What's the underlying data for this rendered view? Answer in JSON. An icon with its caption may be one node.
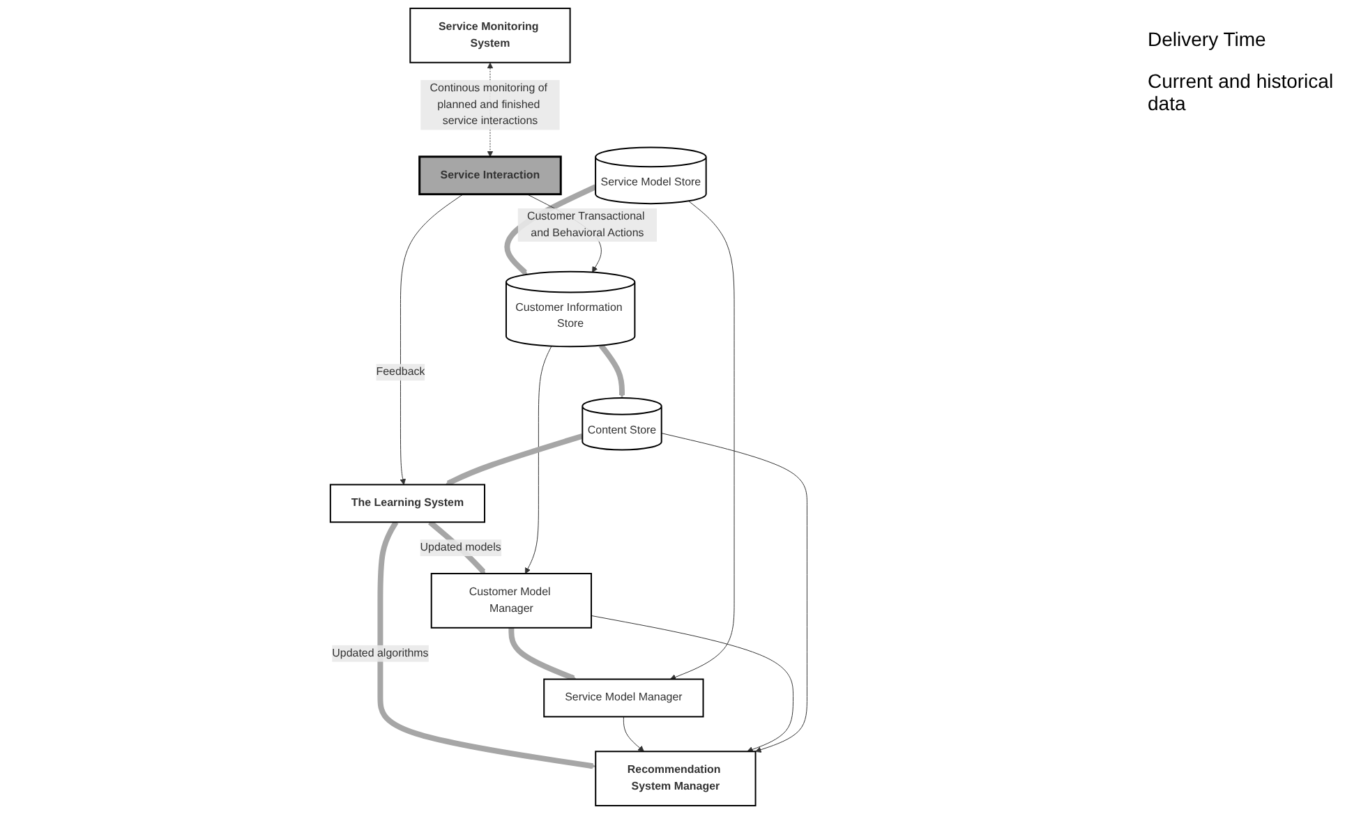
{
  "diagram": {
    "nodes": [
      {
        "text": [
          "Service Interaction"
        ]
      },
      {
        "text": [
          "Recommendation System Manager"
        ]
      },
      {
        "text": [
          "Service Model Manager"
        ]
      },
      {
        "text": [
          "Customer Model Manager"
        ]
      },
      {
        "text": [
          "Service Model Store"
        ]
      },
      {
        "text": [
          "Customer Information Store"
        ]
      },
      {
        "text": [
          "Content Store"
        ]
      },
      {
        "text": [
          "The Learning System"
        ]
      },
      {
        "text": [
          "Service Monitoring System"
        ]
      }
    ],
    "edges": [
      {
        "from": 0,
        "to": 7,
        "arrow": "to",
        "label": "Feedback"
      },
      {
        "from": 7,
        "to": 1,
        "arrow": "to",
        "label": "Updated algorithms",
        "style": "thick",
        "color": "#a6a6a6"
      },
      {
        "from": 7,
        "to": 3,
        "arrow": "to",
        "label": "Updated models",
        "style": "thick",
        "color": "#a6a6a6"
      },
      {
        "from": 3,
        "to": 2,
        "arrow": "to",
        "style": "thick",
        "color": "#a6a6a6"
      },
      {
        "from": 2,
        "to": 1,
        "arrow": "to"
      },
      {
        "from": 3,
        "to": 1,
        "arrow": "to"
      },
      {
        "from": 6,
        "to": 1,
        "arrow": "to"
      },
      {
        "from": 4,
        "to": 2,
        "arrow": "to"
      },
      {
        "from": 5,
        "to": 3,
        "arrow": "to"
      },
      {
        "from": 4,
        "to": 5,
        "arrow": "to",
        "style": "thick",
        "color": "#a6a6a6"
      },
      {
        "from": 5,
        "to": 6,
        "arrow": "to",
        "style": "thick",
        "color": "#a6a6a6"
      },
      {
        "from": 6,
        "to": 7,
        "arrow": "to",
        "style": "thick",
        "color": "#a6a6a6"
      },
      {
        "from": 0,
        "to": 5,
        "arrow": "to",
        "label": "Customer Transactional and Behavioral Actions"
      },
      {
        "from": 8,
        "to": 0,
        "arrow": "both",
        "style": "dashed",
        "label": "Continous monitoring of planned and finished service interactions"
      }
    ],
    "labels": [
      "Delivery Time",
      "Current and historical data"
    ]
  }
}
